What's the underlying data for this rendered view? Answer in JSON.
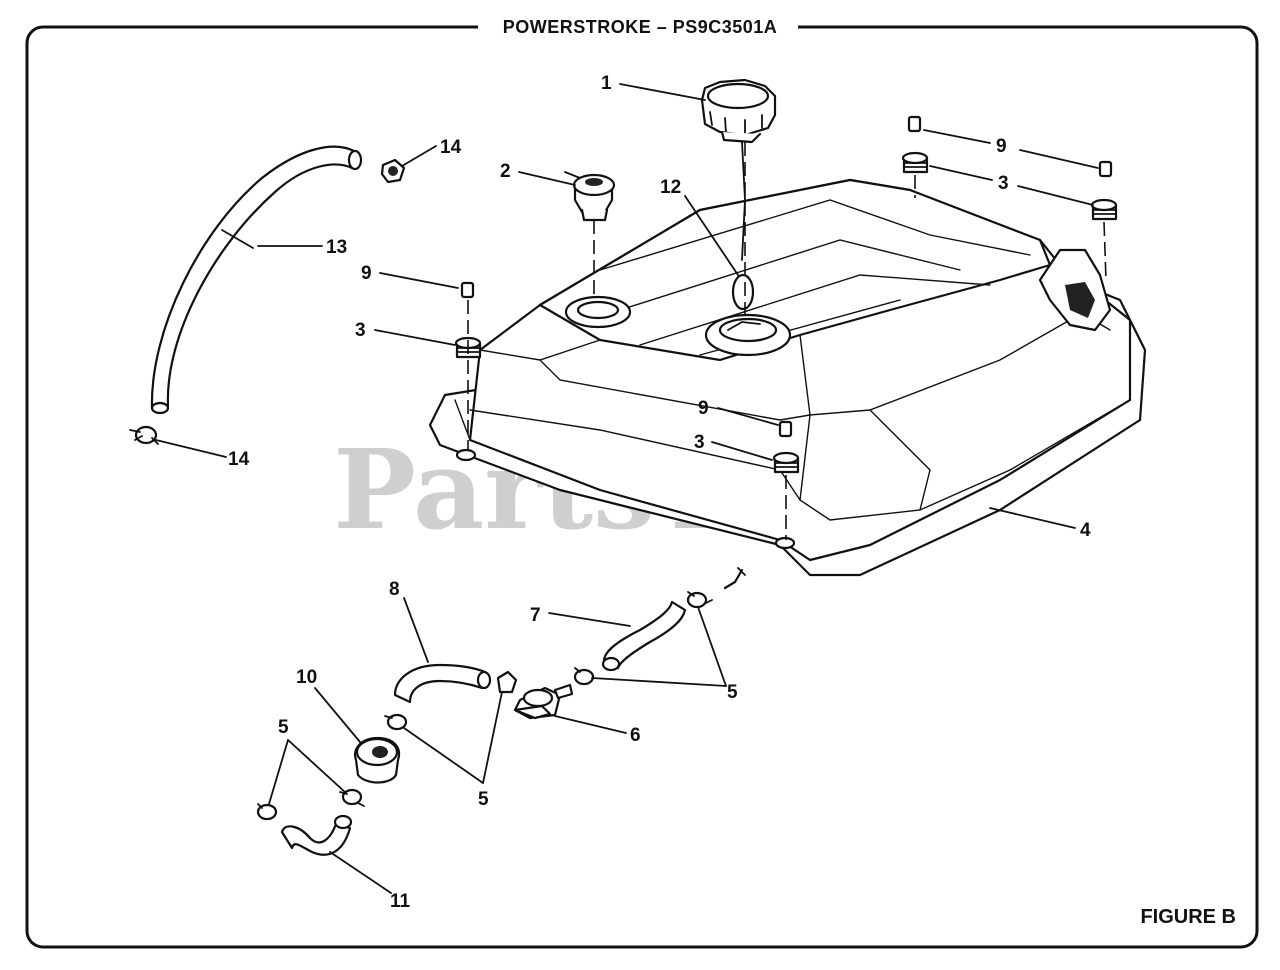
{
  "title": "POWERSTROKE – PS9C3501A",
  "figure_label": "FIGURE B",
  "watermark": "PartsTree",
  "callouts": {
    "c1": "1",
    "c2": "2",
    "c3a": "3",
    "c3b": "3",
    "c3c": "3",
    "c4": "4",
    "c5a": "5",
    "c5b": "5",
    "c5c": "5",
    "c6": "6",
    "c7": "7",
    "c8": "8",
    "c9a": "9",
    "c9b": "9",
    "c9c": "9",
    "c10": "10",
    "c11": "11",
    "c12": "12",
    "c13": "13",
    "c14a": "14",
    "c14b": "14"
  }
}
